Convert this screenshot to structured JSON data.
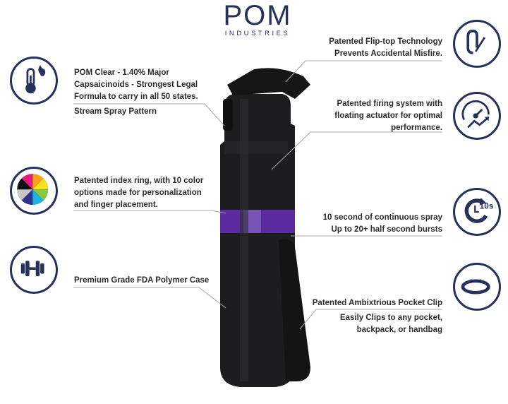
{
  "logo": {
    "name": "POM",
    "subtitle": "INDUSTRIES"
  },
  "features_left": [
    {
      "icon": "thermometer-flame-icon",
      "text": "POM Clear - 1.40% Major Capsaicinoids - Strongest Legal Formula to carry in all 50 states.",
      "subtext": "Stream Spray Pattern"
    },
    {
      "icon": "color-wheel-icon",
      "text": "Patented index ring, with 10 color options made for personalization and finger placement."
    },
    {
      "icon": "dumbbell-icon",
      "text": "Premium Grade FDA Polymer Case"
    }
  ],
  "features_right": [
    {
      "icon": "safety-pin-icon",
      "text": "Patented Flip-top Technology Prevents Accidental Misfire."
    },
    {
      "icon": "speedometer-icon",
      "text": "Patented firing system with floating actuator for optimal performance."
    },
    {
      "icon": "timer-10s-icon",
      "text": "10 second of continuous spray Up to 20+ half second bursts",
      "icon_label": "10s"
    },
    {
      "icon": "clip-band-icon",
      "text": "Patented Ambixtrious Pocket Clip",
      "subtext": "Easily Clips to any pocket, backpack, or handbag"
    }
  ],
  "colors": {
    "navy": "#27305a",
    "ring": "#5b2a9e",
    "body": "#1c1c1e"
  }
}
